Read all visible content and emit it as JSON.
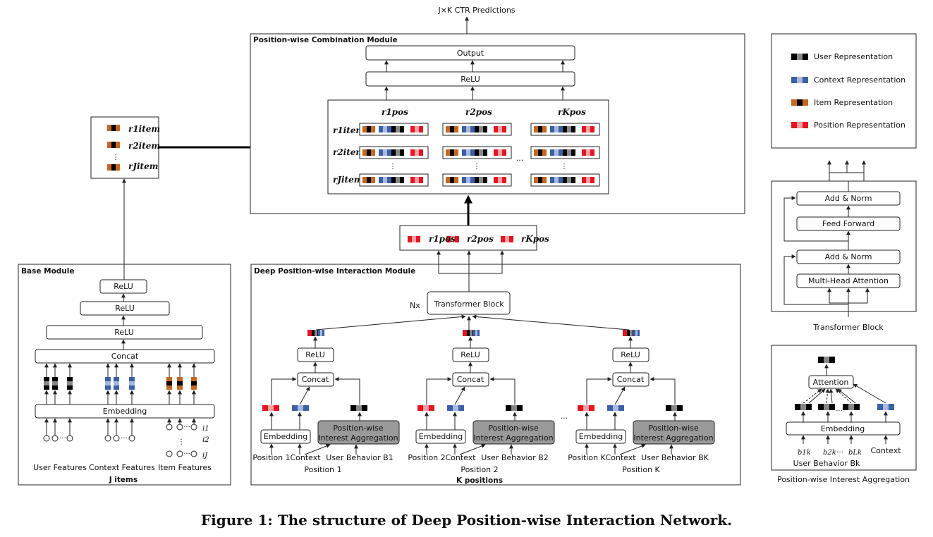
{
  "caption": "Figure 1: The structure of Deep Position-wise Interaction Network.",
  "top_label": "J×K CTR Predictions",
  "colors": {
    "user": [
      "#000000",
      "#888888",
      "#000000"
    ],
    "context": [
      "#3b5fa8",
      "#a9b9dc",
      "#3b5fa8"
    ],
    "item": [
      "#c8661e",
      "#000000",
      "#c8661e"
    ],
    "position": [
      "#e8141e",
      "#f4a0a4",
      "#e8141e"
    ]
  },
  "legend": {
    "user": "User Representation",
    "context": "Context Representation",
    "item": "Item Representation",
    "position": "Position Representation"
  },
  "base_module": {
    "title": "Base Module",
    "relu1": "ReLU",
    "relu2": "ReLU",
    "relu3": "ReLU",
    "concat": "Concat",
    "embedding": "Embedding",
    "user_features": "User Features",
    "context_features": "Context Features",
    "item_features": "Item Features",
    "items": "J items",
    "i1": "i1",
    "i2": "i2",
    "iJ": "iJ"
  },
  "item_stack": {
    "r1": "r1item",
    "r2": "r2item",
    "rJ": "rJitem"
  },
  "combination_module": {
    "title": "Position-wise Combination Module",
    "output": "Output",
    "relu": "ReLU",
    "col1": "r1pos",
    "col2": "r2pos",
    "colK": "rKpos",
    "row1": "r1item",
    "row2": "r2item",
    "rowJ": "rJitem",
    "ellipsis": "..."
  },
  "pos_stack": {
    "p1": "r1pos",
    "p2": "r2pos",
    "pK": "rKpos",
    "ellipsis": "..."
  },
  "interaction_module": {
    "title": "Deep Position-wise Interaction Module",
    "nx": "Nx",
    "transformer": "Transformer Block",
    "relu": "ReLU",
    "concat": "Concat",
    "embedding": "Embedding",
    "pia": "Position-wise Interest Aggregation",
    "position1": "Position 1",
    "position2": "Position 2",
    "positionK": "Position K",
    "context": "Context",
    "ub1": "User Behavior B1",
    "ub2": "User Behavior B2",
    "ubK": "User Behavior BK",
    "positions": "K positions",
    "ellipsis": "..."
  },
  "transformer_block": {
    "title": "Transformer Block",
    "addnorm1": "Add & Norm",
    "ff": "Feed Forward",
    "addnorm2": "Add & Norm",
    "mha": "Multi-Head Attention"
  },
  "pia_panel": {
    "title": "Position-wise Interest Aggregation",
    "attention": "Attention",
    "embedding": "Embedding",
    "b1": "b1k",
    "b2": "b2k",
    "bL": "bLk",
    "context": "Context",
    "ub": "User Behavior Bk",
    "ellipsis": "..."
  }
}
